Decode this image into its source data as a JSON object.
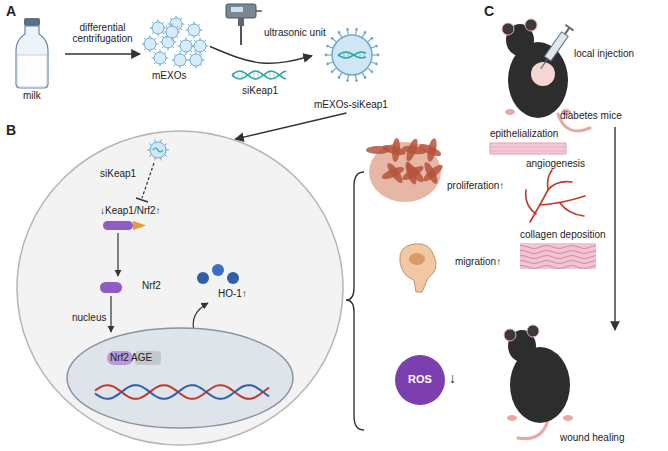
{
  "diagram": {
    "nodes": [
      {
        "text": [
          "milk"
        ]
      },
      {
        "text": [
          "mEXOs"
        ]
      },
      {
        "text": [
          "mEXOs-siKeap1"
        ]
      },
      {
        "text": [
          "siKeap1",
          "↓Keap1/Nrf2↑",
          "Nrf2",
          "HO-1↑"
        ]
      },
      {
        "text": [
          "nucleus",
          "Nrf2 AGE"
        ],
        "in": 3
      },
      {
        "text": [
          "proliferation↑"
        ]
      },
      {
        "text": [
          "migration↑"
        ]
      },
      {
        "text": [
          "ROS",
          "↓"
        ]
      },
      {
        "text": [
          "diabetes mice"
        ]
      },
      {
        "text": [
          "wound healing"
        ]
      }
    ],
    "edges": [
      {
        "from": 0,
        "to": 1,
        "label": "differential centrifugation",
        "arrow": "to"
      },
      {
        "from": 1,
        "to": 2,
        "arrow": "to"
      },
      {
        "from": 2,
        "to": 3,
        "arrow": "to"
      },
      {
        "from": 8,
        "to": 9,
        "arrow": "to"
      }
    ],
    "labels": [
      "A",
      "B",
      "C",
      "ultrasonic unit",
      "siKeap1",
      "local injection",
      "epithelialization",
      "angiogenesis",
      "collagen deposition"
    ]
  }
}
